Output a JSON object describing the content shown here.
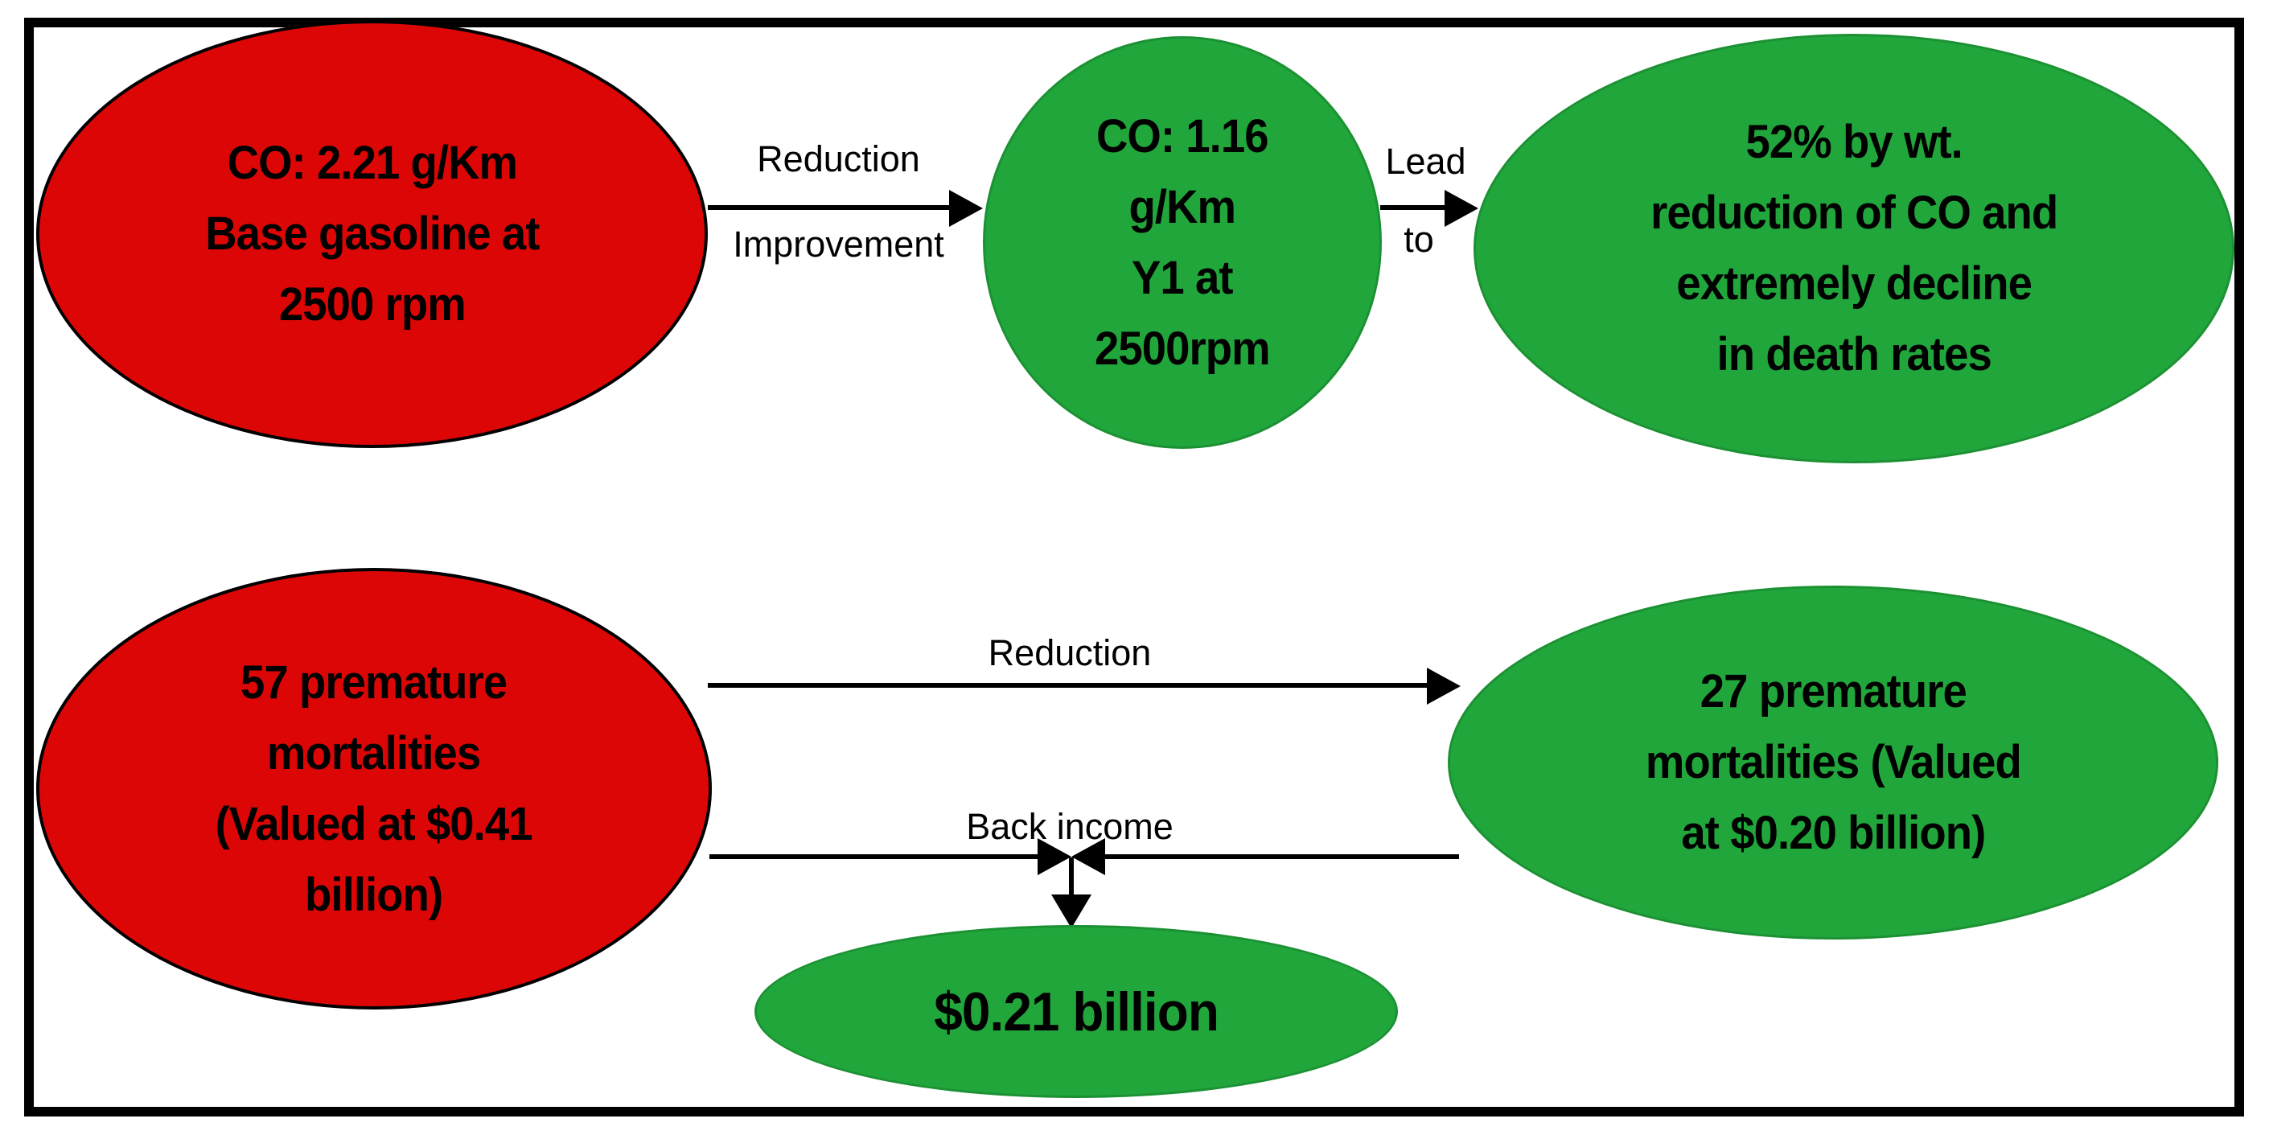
{
  "colors": {
    "background": "#ffffff",
    "frame_border": "#000000",
    "node_red": "#dd0606",
    "node_green": "#21a63c",
    "line": "#000000",
    "text": "#000000"
  },
  "nodes": {
    "base_gasoline": {
      "color": "#dd0606",
      "text": "CO: 2.21 g/Km\nBase gasoline at\n2500 rpm"
    },
    "y1_emission": {
      "color": "#21a63c",
      "text": "CO: 1.16\ng/Km\nY1 at\n2500rpm"
    },
    "co_reduction": {
      "color": "#21a63c",
      "text": "52% by wt.\nreduction of CO and\nextremely decline\nin death rates"
    },
    "mortality_base": {
      "color": "#dd0606",
      "text": "57 premature\nmortalities\n(Valued at $0.41\nbillion)"
    },
    "mortality_y1": {
      "color": "#21a63c",
      "text": "27 premature\nmortalities (Valued\nat $0.20 billion)"
    },
    "back_income_value": {
      "color": "#21a63c",
      "text": "$0.21 billion"
    }
  },
  "edges": {
    "improvement": {
      "label_top": "Reduction",
      "label_bottom": "Improvement"
    },
    "lead_to": {
      "label_top": "Lead",
      "label_bottom": "to"
    },
    "mortality_reduction": {
      "label": "Reduction"
    },
    "back_income": {
      "label": "Back income"
    }
  }
}
